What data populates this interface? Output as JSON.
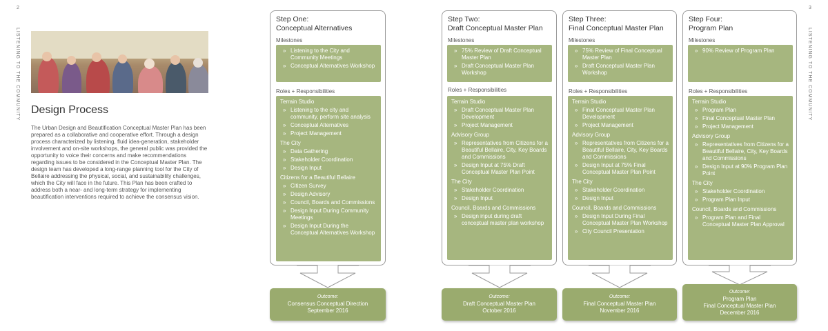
{
  "page": {
    "left_number": "2",
    "right_number": "3",
    "left_side_label": "LISTENING TO THE COMMUNITY",
    "right_side_label": "LISTENING TO THE COMMUNITY"
  },
  "intro": {
    "photo_icon": "meeting-photo",
    "title": "Design Process",
    "body": "The Urban Design and Beautification Conceptual Master Plan has been prepared as a collaborative and cooperative effort. Through a design process characterized by listening, fluid idea-generation, stakeholder involvement and on-site workshops, the general public was provided the opportunity to voice their concerns and make recommendations regarding issues to be considered in the Conceptual Master Plan. The design team has developed a long-range planning tool for the City of Bellaire addressing the physical, social, and sustainability challenges, which the City will face in the future. This Plan has been crafted to address both a near- and long-term strategy for implementing beautification interventions required to achieve the consensus vision."
  },
  "steps": [
    {
      "title_line1": "Step One:",
      "title_line2": "Conceptual Alternatives",
      "milestones_label": "Milestones",
      "milestones": [
        "Listening to the City and Community Meetings",
        "Conceptual Alternatives Workshop"
      ],
      "roles_label": "Roles + Responsibilities",
      "groups": [
        {
          "name": "Terrain Studio",
          "items": [
            "Listening to the city and community, perform site analysis",
            "Conceptual Alternatives",
            "Project Management"
          ]
        },
        {
          "name": "The City",
          "items": [
            "Data Gathering",
            "Stakeholder Coordination",
            "Design Input"
          ]
        },
        {
          "name": "Citizens for a Beautiful Bellaire",
          "items": [
            "Citizen Survey",
            "Design Advisory",
            "Council, Boards and Commissions",
            "Design Input During Community Meetings",
            "Design Input During the Conceptual Alternatives Workshop"
          ]
        }
      ],
      "outcome_label": "Outcome:",
      "outcome_line1": "Consensus Conceptual Direction",
      "outcome_line2": "September 2016"
    },
    {
      "title_line1": "Step Two:",
      "title_line2": "Draft Conceptual Master Plan",
      "milestones_label": "Milestones",
      "milestones": [
        "75% Review of Draft Conceptual Master Plan",
        "Draft Conceptual Master Plan Workshop"
      ],
      "roles_label": "Roles + Responsibilities",
      "groups": [
        {
          "name": "Terrain Studio",
          "items": [
            "Draft Conceptual Master Plan Development",
            "Project Management"
          ]
        },
        {
          "name": "Advisory Group",
          "items": [
            "Representatives from Citizens for a Beautiful Bellaire, City, Key Boards and Commissions",
            "Design Input at 75% Draft Conceptual Master Plan Point"
          ]
        },
        {
          "name": "The City",
          "items": [
            "Stakeholder Coordination",
            "Design Input"
          ]
        },
        {
          "name": "Council, Boards and Commissions",
          "items": [
            "Design input during draft conceptual master plan workshop"
          ]
        }
      ],
      "outcome_label": "Outcome:",
      "outcome_line1": "Draft Conceptual Master Plan",
      "outcome_line2": "October 2016"
    },
    {
      "title_line1": "Step Three:",
      "title_line2": "Final Conceptual Master Plan",
      "milestones_label": "Milestones",
      "milestones": [
        "75% Review of Final Conceptual Master Plan",
        "Draft Conceptual Master Plan Workshop"
      ],
      "roles_label": "Roles + Responsibilities",
      "groups": [
        {
          "name": "Terrain Studio",
          "items": [
            "Final Conceptual Master Plan Development",
            "Project Management"
          ]
        },
        {
          "name": "Advisory Group",
          "items": [
            "Representatives from Citizens for a Beautiful Bellaire, City, Key Boards and Commissions",
            "Design Input at 75% Final Conceptual Master Plan Point"
          ]
        },
        {
          "name": "The City",
          "items": [
            "Stakeholder Coordination",
            "Design Input"
          ]
        },
        {
          "name": "Council, Boards and Commissions",
          "items": [
            "Design Input During Final Conceptual Master Plan Workshop",
            "City Council Presentation"
          ]
        }
      ],
      "outcome_label": "Outcome:",
      "outcome_line1": "Final Conceptual Master Plan",
      "outcome_line2": "November 2016"
    },
    {
      "title_line1": "Step Four:",
      "title_line2": "Program Plan",
      "milestones_label": "Milestones",
      "milestones": [
        "90% Review of Program Plan"
      ],
      "roles_label": "Roles + Responsibilities",
      "groups": [
        {
          "name": "Terrain Studio",
          "items": [
            "Program Plan",
            "Final Conceptual Master Plan",
            "Project Management"
          ]
        },
        {
          "name": "Advisory Group",
          "items": [
            "Representatives from Citizens for a Beautiful Bellaire, City, Key Boards and Commissions",
            "Design Input at 90% Program Plan Point"
          ]
        },
        {
          "name": "The City",
          "items": [
            "Stakeholder Coordination",
            "Program Plan Input"
          ]
        },
        {
          "name": "Council, Boards and Commissions",
          "items": [
            "Program Plan and Final Conceptual Master Plan Approval"
          ]
        }
      ],
      "outcome_label": "Outcome:",
      "outcome_line1": "Program Plan",
      "outcome_line1b": "Final Conceptual Master Plan",
      "outcome_line2": "December 2016"
    }
  ],
  "colors": {
    "box_green": "#a6b67f",
    "outcome_green": "#9aab6e",
    "border": "#9a9a9a"
  }
}
